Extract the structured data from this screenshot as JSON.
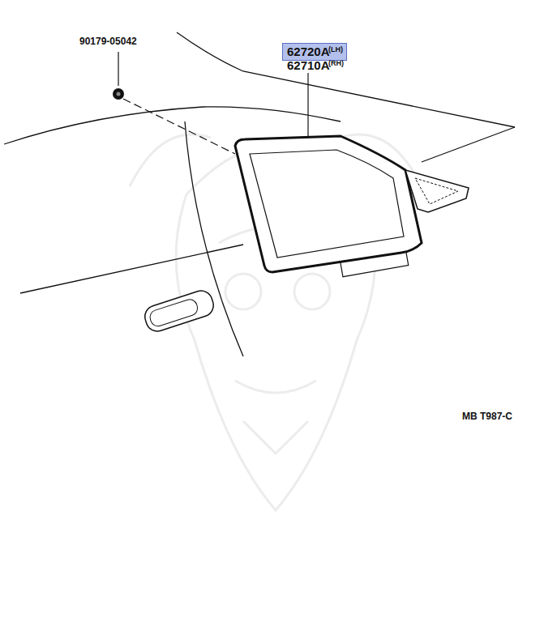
{
  "diagram": {
    "labels": [
      "90179-05042",
      "62720A",
      "(LH)",
      "62710A",
      "(RH)",
      "MB T987-C"
    ]
  }
}
